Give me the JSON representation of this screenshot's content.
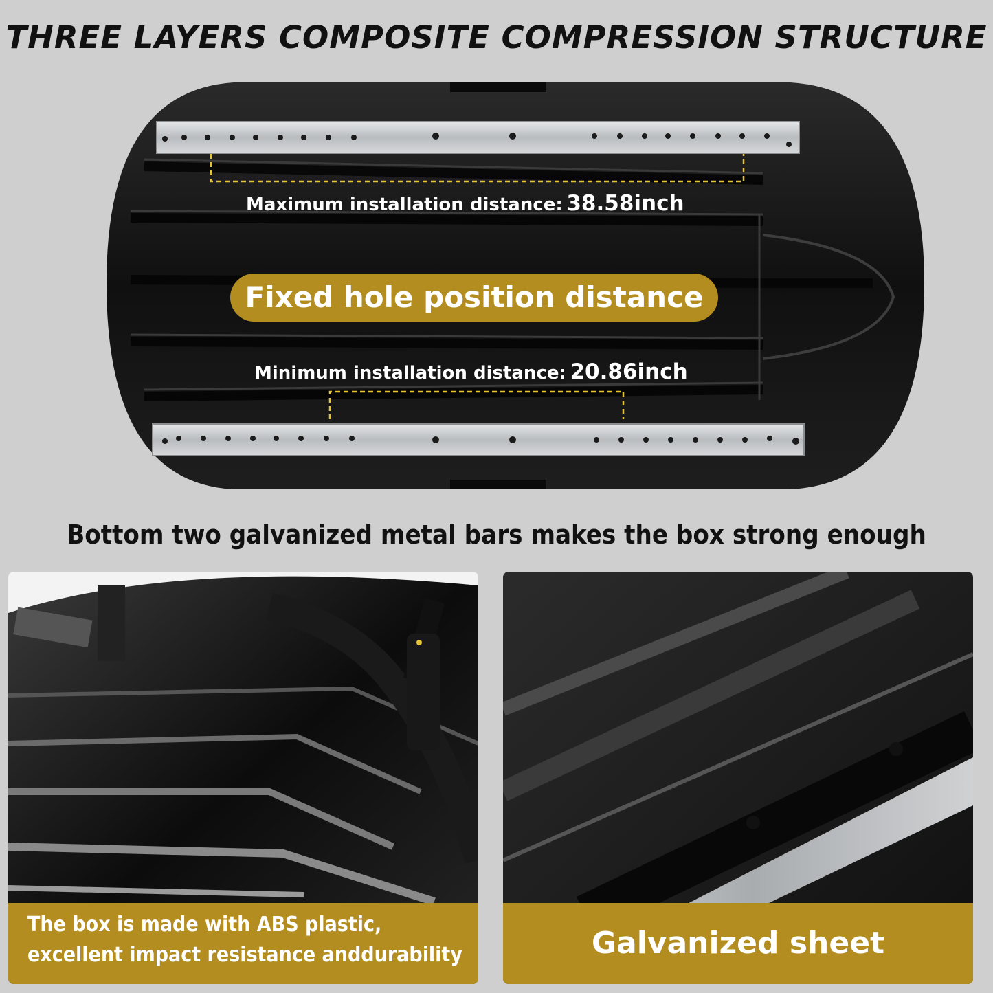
{
  "title": "THREE LAYERS COMPOSITE COMPRESSION STRUCTURE",
  "box_diagram": {
    "max_label": "Maximum installation distance:",
    "max_value": "38.58inch",
    "fixed_label": "Fixed hole position distance",
    "min_label": "Minimum installation distance:",
    "min_value": "20.86inch"
  },
  "subtitle": "Bottom two galvanized metal bars makes the box strong enough",
  "left_panel": {
    "caption_line1": "The box is made with ABS plastic,",
    "caption_line2": "excellent impact resistance anddurability"
  },
  "right_panel": {
    "caption": "Galvanized sheet"
  },
  "colors": {
    "background": "#cfcfcf",
    "accent_gold": "#b38d1f",
    "box_black": "#151515",
    "metal_bar": "#c9cbcd",
    "dashed_yellow": "#e6c531"
  }
}
